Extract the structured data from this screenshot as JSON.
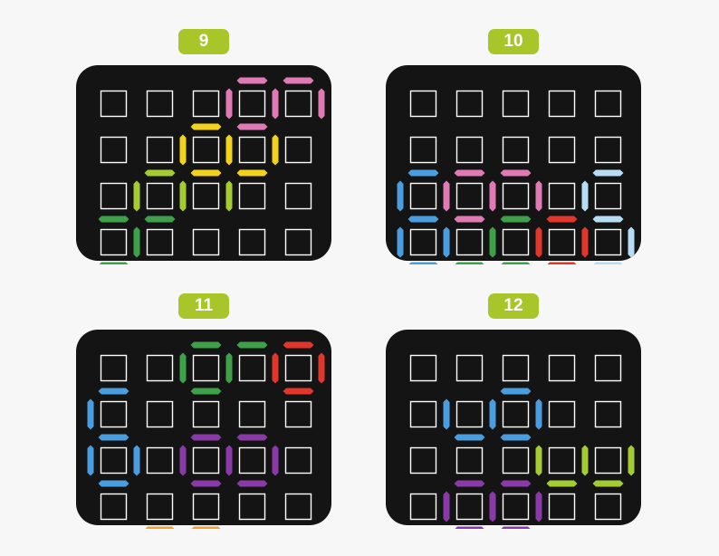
{
  "colors": {
    "board": "#141414",
    "cell_outline": "#ffffff",
    "badge": "#a8c62a",
    "pink": "#e07ab5",
    "yellow": "#f2d21c",
    "lime": "#a4cc32",
    "green": "#3fa04a",
    "blue": "#4a9ee0",
    "lightblue": "#b9dcf5",
    "red": "#e0362b",
    "purple": "#8a3aa6",
    "orange": "#f0a22c"
  },
  "grid": {
    "cols": 5,
    "rows": 4
  },
  "puzzles": [
    {
      "number": "9",
      "segments": [
        {
          "o": "h",
          "c": 3,
          "r": 0,
          "color": "pink"
        },
        {
          "o": "h",
          "c": 4,
          "r": 0,
          "color": "pink"
        },
        {
          "o": "v",
          "c": 3,
          "r": 0,
          "color": "pink"
        },
        {
          "o": "v",
          "c": 4,
          "r": 0,
          "color": "pink"
        },
        {
          "o": "v",
          "c": 5,
          "r": 0,
          "color": "pink"
        },
        {
          "o": "h",
          "c": 3,
          "r": 1,
          "color": "pink"
        },
        {
          "o": "h",
          "c": 2,
          "r": 1,
          "color": "yellow"
        },
        {
          "o": "v",
          "c": 2,
          "r": 1,
          "color": "yellow"
        },
        {
          "o": "v",
          "c": 3,
          "r": 1,
          "color": "yellow"
        },
        {
          "o": "h",
          "c": 2,
          "r": 2,
          "color": "yellow"
        },
        {
          "o": "v",
          "c": 4,
          "r": 1,
          "color": "yellow"
        },
        {
          "o": "h",
          "c": 3,
          "r": 2,
          "color": "yellow"
        },
        {
          "o": "h",
          "c": 1,
          "r": 2,
          "color": "lime"
        },
        {
          "o": "v",
          "c": 1,
          "r": 2,
          "color": "lime"
        },
        {
          "o": "v",
          "c": 2,
          "r": 2,
          "color": "lime"
        },
        {
          "o": "v",
          "c": 3,
          "r": 2,
          "color": "lime"
        },
        {
          "o": "h",
          "c": 0,
          "r": 3,
          "color": "green"
        },
        {
          "o": "h",
          "c": 1,
          "r": 3,
          "color": "green"
        },
        {
          "o": "v",
          "c": 1,
          "r": 3,
          "color": "green"
        },
        {
          "o": "h",
          "c": 0,
          "r": 4,
          "color": "green"
        }
      ]
    },
    {
      "number": "10",
      "segments": [
        {
          "o": "h",
          "c": 0,
          "r": 2,
          "color": "blue"
        },
        {
          "o": "v",
          "c": 0,
          "r": 2,
          "color": "blue"
        },
        {
          "o": "h",
          "c": 0,
          "r": 3,
          "color": "blue"
        },
        {
          "o": "v",
          "c": 0,
          "r": 3,
          "color": "blue"
        },
        {
          "o": "v",
          "c": 1,
          "r": 3,
          "color": "blue"
        },
        {
          "o": "h",
          "c": 0,
          "r": 4,
          "color": "blue"
        },
        {
          "o": "h",
          "c": 1,
          "r": 2,
          "color": "pink"
        },
        {
          "o": "h",
          "c": 2,
          "r": 2,
          "color": "pink"
        },
        {
          "o": "v",
          "c": 1,
          "r": 2,
          "color": "pink"
        },
        {
          "o": "v",
          "c": 2,
          "r": 2,
          "color": "pink"
        },
        {
          "o": "v",
          "c": 3,
          "r": 2,
          "color": "pink"
        },
        {
          "o": "h",
          "c": 1,
          "r": 3,
          "color": "pink"
        },
        {
          "o": "v",
          "c": 2,
          "r": 3,
          "color": "green"
        },
        {
          "o": "h",
          "c": 1,
          "r": 4,
          "color": "green"
        },
        {
          "o": "h",
          "c": 2,
          "r": 3,
          "color": "green"
        },
        {
          "o": "h",
          "c": 2,
          "r": 4,
          "color": "green"
        },
        {
          "o": "v",
          "c": 3,
          "r": 3,
          "color": "red"
        },
        {
          "o": "h",
          "c": 3,
          "r": 3,
          "color": "red"
        },
        {
          "o": "v",
          "c": 4,
          "r": 3,
          "color": "red"
        },
        {
          "o": "h",
          "c": 3,
          "r": 4,
          "color": "red"
        },
        {
          "o": "h",
          "c": 4,
          "r": 2,
          "color": "lightblue"
        },
        {
          "o": "v",
          "c": 4,
          "r": 2,
          "color": "lightblue"
        },
        {
          "o": "h",
          "c": 4,
          "r": 3,
          "color": "lightblue"
        },
        {
          "o": "v",
          "c": 5,
          "r": 3,
          "color": "lightblue"
        },
        {
          "o": "h",
          "c": 4,
          "r": 4,
          "color": "lightblue"
        }
      ]
    },
    {
      "number": "11",
      "segments": [
        {
          "o": "h",
          "c": 2,
          "r": 0,
          "color": "green"
        },
        {
          "o": "h",
          "c": 3,
          "r": 0,
          "color": "green"
        },
        {
          "o": "v",
          "c": 2,
          "r": 0,
          "color": "green"
        },
        {
          "o": "v",
          "c": 3,
          "r": 0,
          "color": "green"
        },
        {
          "o": "h",
          "c": 2,
          "r": 1,
          "color": "green"
        },
        {
          "o": "h",
          "c": 4,
          "r": 0,
          "color": "red"
        },
        {
          "o": "v",
          "c": 4,
          "r": 0,
          "color": "red"
        },
        {
          "o": "v",
          "c": 5,
          "r": 0,
          "color": "red"
        },
        {
          "o": "h",
          "c": 4,
          "r": 1,
          "color": "red"
        },
        {
          "o": "h",
          "c": 0,
          "r": 1,
          "color": "blue"
        },
        {
          "o": "v",
          "c": 0,
          "r": 1,
          "color": "blue"
        },
        {
          "o": "h",
          "c": 0,
          "r": 2,
          "color": "blue"
        },
        {
          "o": "v",
          "c": 0,
          "r": 2,
          "color": "blue"
        },
        {
          "o": "v",
          "c": 1,
          "r": 2,
          "color": "blue"
        },
        {
          "o": "h",
          "c": 0,
          "r": 3,
          "color": "blue"
        },
        {
          "o": "h",
          "c": 2,
          "r": 2,
          "color": "purple"
        },
        {
          "o": "h",
          "c": 3,
          "r": 2,
          "color": "purple"
        },
        {
          "o": "v",
          "c": 2,
          "r": 2,
          "color": "purple"
        },
        {
          "o": "v",
          "c": 3,
          "r": 2,
          "color": "purple"
        },
        {
          "o": "v",
          "c": 4,
          "r": 2,
          "color": "purple"
        },
        {
          "o": "h",
          "c": 2,
          "r": 3,
          "color": "purple"
        },
        {
          "o": "h",
          "c": 3,
          "r": 3,
          "color": "purple"
        },
        {
          "o": "h",
          "c": 1,
          "r": 4,
          "color": "orange"
        },
        {
          "o": "h",
          "c": 2,
          "r": 4,
          "color": "orange"
        }
      ]
    },
    {
      "number": "12",
      "segments": [
        {
          "o": "h",
          "c": 2,
          "r": 1,
          "color": "blue"
        },
        {
          "o": "v",
          "c": 1,
          "r": 1,
          "color": "blue"
        },
        {
          "o": "v",
          "c": 2,
          "r": 1,
          "color": "blue"
        },
        {
          "o": "v",
          "c": 3,
          "r": 1,
          "color": "blue"
        },
        {
          "o": "h",
          "c": 1,
          "r": 2,
          "color": "blue"
        },
        {
          "o": "h",
          "c": 2,
          "r": 2,
          "color": "blue"
        },
        {
          "o": "v",
          "c": 3,
          "r": 2,
          "color": "lime"
        },
        {
          "o": "v",
          "c": 4,
          "r": 2,
          "color": "lime"
        },
        {
          "o": "v",
          "c": 5,
          "r": 2,
          "color": "lime"
        },
        {
          "o": "h",
          "c": 3,
          "r": 3,
          "color": "lime"
        },
        {
          "o": "h",
          "c": 4,
          "r": 3,
          "color": "lime"
        },
        {
          "o": "h",
          "c": 1,
          "r": 3,
          "color": "purple"
        },
        {
          "o": "h",
          "c": 2,
          "r": 3,
          "color": "purple"
        },
        {
          "o": "v",
          "c": 1,
          "r": 3,
          "color": "purple"
        },
        {
          "o": "v",
          "c": 2,
          "r": 3,
          "color": "purple"
        },
        {
          "o": "v",
          "c": 3,
          "r": 3,
          "color": "purple"
        },
        {
          "o": "h",
          "c": 1,
          "r": 4,
          "color": "purple"
        },
        {
          "o": "h",
          "c": 2,
          "r": 4,
          "color": "purple"
        }
      ]
    }
  ]
}
